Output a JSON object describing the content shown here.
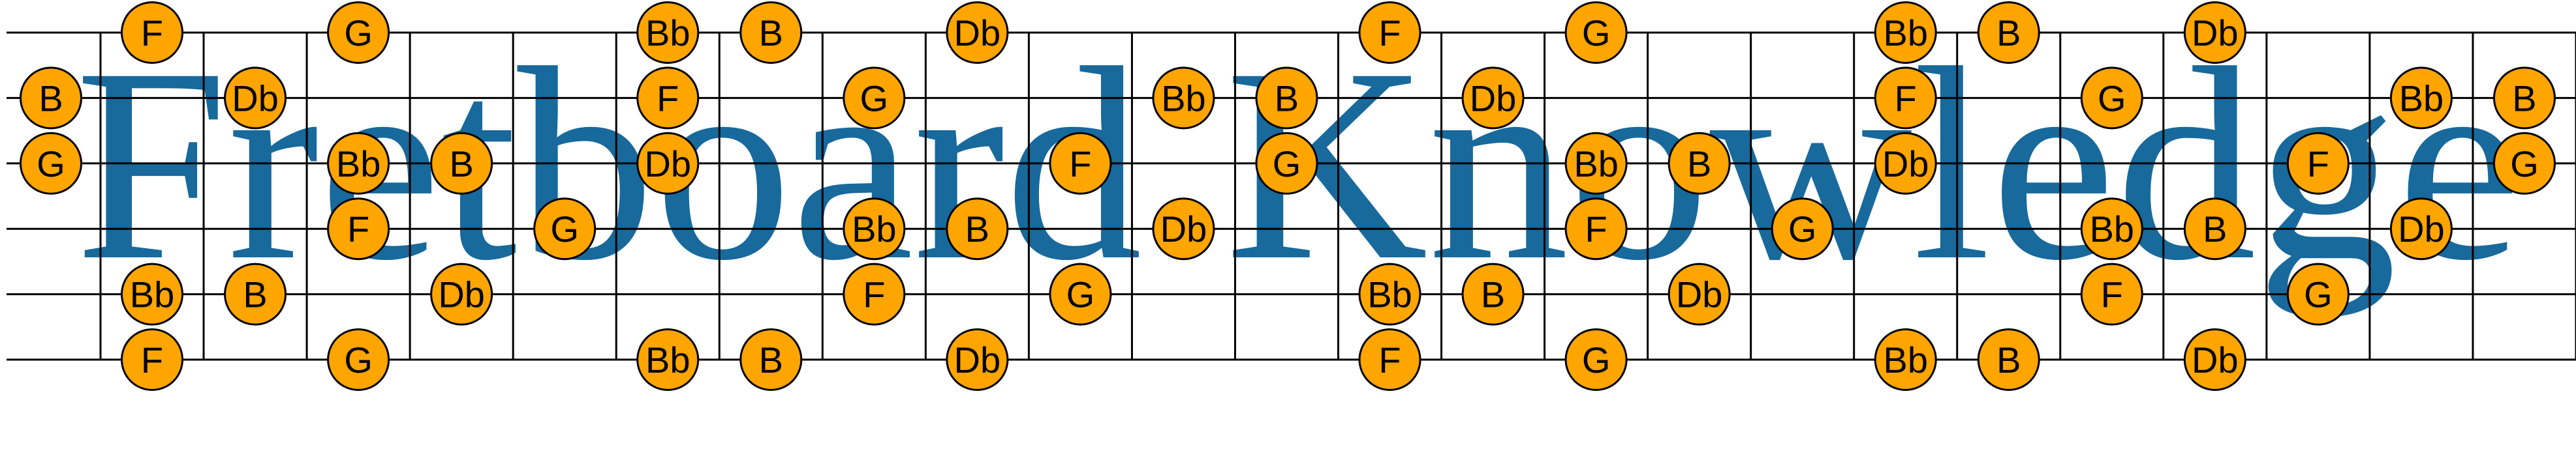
{
  "title": "Fretboard Knowledge",
  "colors": {
    "background": "#ffffff",
    "title_blue": "#18699c",
    "note_fill": "#ffa500",
    "note_outline": "#000000",
    "note_text": "#000000",
    "grid_line": "#000000"
  },
  "fretboard": {
    "fret_count": 24,
    "strings": [
      {
        "notes": [
          {
            "note": "F",
            "fret": 1
          },
          {
            "note": "G",
            "fret": 3
          },
          {
            "note": "Bb",
            "fret": 6
          },
          {
            "note": "B",
            "fret": 7
          },
          {
            "note": "Db",
            "fret": 9
          },
          {
            "note": "F",
            "fret": 13
          },
          {
            "note": "G",
            "fret": 15
          },
          {
            "note": "Bb",
            "fret": 18
          },
          {
            "note": "B",
            "fret": 19
          },
          {
            "note": "Db",
            "fret": 21
          }
        ]
      },
      {
        "notes": [
          {
            "note": "B",
            "fret": 0
          },
          {
            "note": "Db",
            "fret": 2
          },
          {
            "note": "F",
            "fret": 6
          },
          {
            "note": "G",
            "fret": 8
          },
          {
            "note": "Bb",
            "fret": 11
          },
          {
            "note": "B",
            "fret": 12
          },
          {
            "note": "Db",
            "fret": 14
          },
          {
            "note": "F",
            "fret": 18
          },
          {
            "note": "G",
            "fret": 20
          },
          {
            "note": "Bb",
            "fret": 23
          },
          {
            "note": "B",
            "fret": 24
          }
        ]
      },
      {
        "notes": [
          {
            "note": "G",
            "fret": 0
          },
          {
            "note": "Bb",
            "fret": 3
          },
          {
            "note": "B",
            "fret": 4
          },
          {
            "note": "Db",
            "fret": 6
          },
          {
            "note": "F",
            "fret": 10
          },
          {
            "note": "G",
            "fret": 12
          },
          {
            "note": "Bb",
            "fret": 15
          },
          {
            "note": "B",
            "fret": 16
          },
          {
            "note": "Db",
            "fret": 18
          },
          {
            "note": "F",
            "fret": 22
          },
          {
            "note": "G",
            "fret": 24
          }
        ]
      },
      {
        "notes": [
          {
            "note": "F",
            "fret": 3
          },
          {
            "note": "G",
            "fret": 5
          },
          {
            "note": "Bb",
            "fret": 8
          },
          {
            "note": "B",
            "fret": 9
          },
          {
            "note": "Db",
            "fret": 11
          },
          {
            "note": "F",
            "fret": 15
          },
          {
            "note": "G",
            "fret": 17
          },
          {
            "note": "Bb",
            "fret": 20
          },
          {
            "note": "B",
            "fret": 21
          },
          {
            "note": "Db",
            "fret": 23
          }
        ]
      },
      {
        "notes": [
          {
            "note": "Bb",
            "fret": 1
          },
          {
            "note": "B",
            "fret": 2
          },
          {
            "note": "Db",
            "fret": 4
          },
          {
            "note": "F",
            "fret": 8
          },
          {
            "note": "G",
            "fret": 10
          },
          {
            "note": "Bb",
            "fret": 13
          },
          {
            "note": "B",
            "fret": 14
          },
          {
            "note": "Db",
            "fret": 16
          },
          {
            "note": "F",
            "fret": 20
          },
          {
            "note": "G",
            "fret": 22
          }
        ]
      },
      {
        "notes": [
          {
            "note": "F",
            "fret": 1
          },
          {
            "note": "G",
            "fret": 3
          },
          {
            "note": "Bb",
            "fret": 6
          },
          {
            "note": "B",
            "fret": 7
          },
          {
            "note": "Db",
            "fret": 9
          },
          {
            "note": "F",
            "fret": 13
          },
          {
            "note": "G",
            "fret": 15
          },
          {
            "note": "Bb",
            "fret": 18
          },
          {
            "note": "B",
            "fret": 19
          },
          {
            "note": "Db",
            "fret": 21
          }
        ]
      }
    ]
  }
}
